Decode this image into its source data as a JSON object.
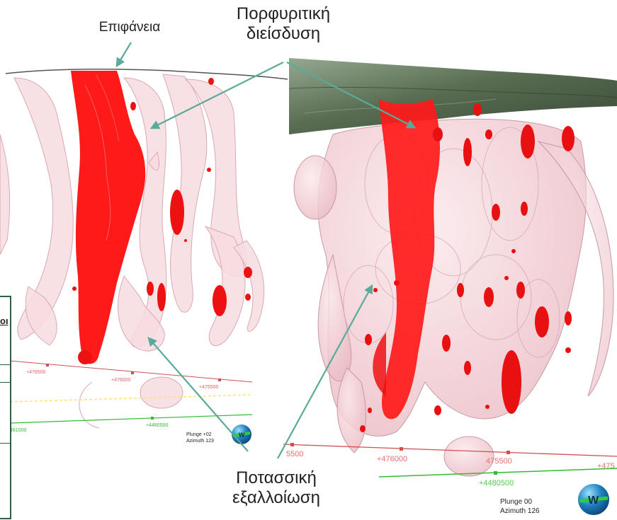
{
  "labels": {
    "surface": "Επιφάνεια",
    "porphyry_line1": "Πορφυριτική",
    "porphyry_line2": "διείσδυση",
    "potassic_line1": "Ποτασσική",
    "potassic_line2": "εξαλλοίωση",
    "side_fragment": "οι"
  },
  "left_view": {
    "red_ticks": [
      "+476500",
      "+476000",
      "+475500"
    ],
    "green_ticks": [
      "481000",
      "+4480500"
    ],
    "plunge": "Plunge +02",
    "azimuth": "Azimuth 123",
    "compass_letter": "W"
  },
  "right_view": {
    "red_ticks": [
      "5500",
      "+476000",
      "475500",
      "+475"
    ],
    "green_ticks": [
      "+4480500"
    ],
    "plunge": "Plunge 00",
    "azimuth": "Azimuth 126",
    "compass_letter": "W"
  },
  "colors": {
    "intrusion": "#ff1a1a",
    "alteration": "#f6d7dd",
    "alteration_outline": "#c9a0a8",
    "arrow": "#5aaa9a",
    "surface_mesh": "#5b6e5a",
    "grid_red": "#d05050",
    "grid_green": "#33bb33",
    "grid_yellow": "#ffe36a"
  }
}
